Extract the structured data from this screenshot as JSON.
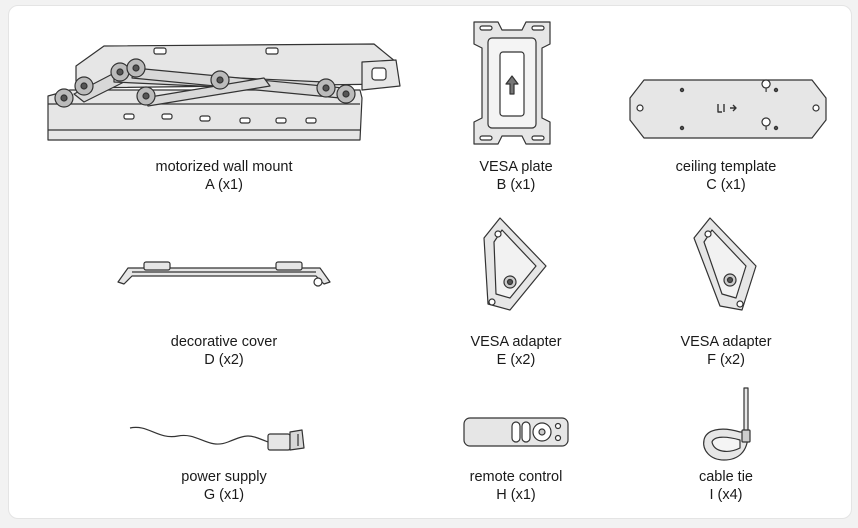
{
  "parts": [
    {
      "name": "motorized wall mount",
      "code": "A (x1)",
      "icon": "wall-mount-icon"
    },
    {
      "name": "VESA plate",
      "code": "B (x1)",
      "icon": "vesa-plate-icon"
    },
    {
      "name": "ceiling template",
      "code": "C (x1)",
      "icon": "ceiling-template-icon"
    },
    {
      "name": "decorative cover",
      "code": "D (x2)",
      "icon": "decorative-cover-icon"
    },
    {
      "name": "VESA adapter",
      "code": "E (x2)",
      "icon": "vesa-adapter-icon"
    },
    {
      "name": "VESA adapter",
      "code": "F (x2)",
      "icon": "vesa-adapter-icon"
    },
    {
      "name": "power supply",
      "code": "G (x1)",
      "icon": "power-supply-icon"
    },
    {
      "name": "remote control",
      "code": "H (x1)",
      "icon": "remote-control-icon"
    },
    {
      "name": "cable tie",
      "code": "I (x4)",
      "icon": "cable-tie-icon"
    }
  ]
}
